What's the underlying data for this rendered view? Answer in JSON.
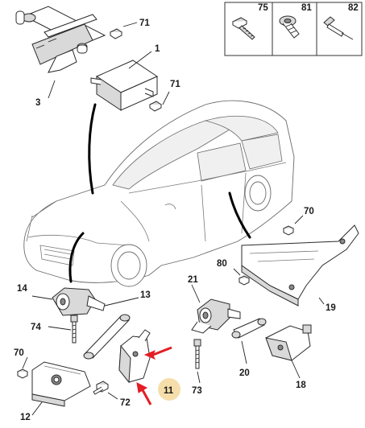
{
  "callouts": {
    "c1": "1",
    "c3": "3",
    "c71a": "71",
    "c71b": "71",
    "c75": "75",
    "c81": "81",
    "c82": "82",
    "c70a": "70",
    "c70b": "70",
    "c80": "80",
    "c19": "19",
    "c14": "14",
    "c13": "13",
    "c74": "74",
    "c12": "12",
    "c72": "72",
    "c11": "11",
    "c21": "21",
    "c73": "73",
    "c20": "20",
    "c18": "18"
  },
  "colors": {
    "highlight": "#f5deaa",
    "arrow": "#e31e24"
  }
}
